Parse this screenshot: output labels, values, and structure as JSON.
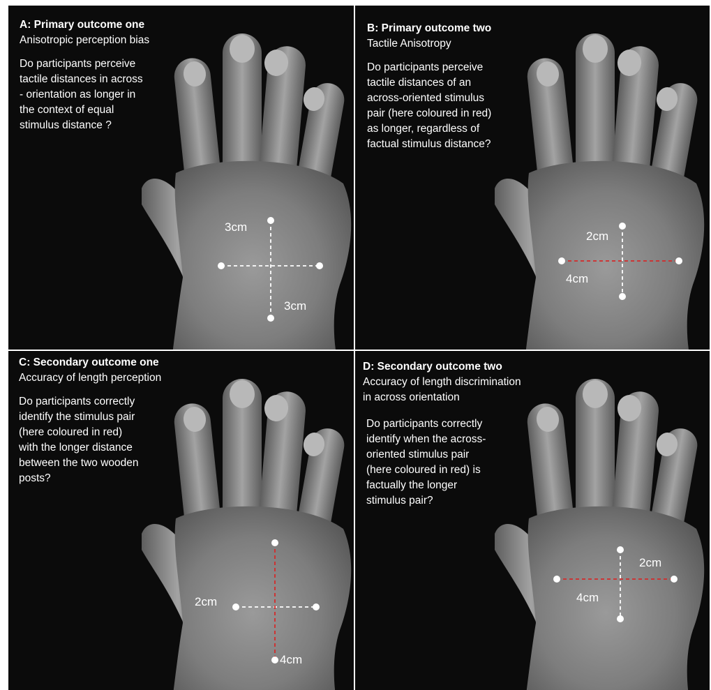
{
  "panels": {
    "a": {
      "heading": "A:  Primary outcome one",
      "subtitle": "Anisotropic perception bias",
      "question": [
        "Do participants perceive",
        "tactile distances in across",
        "- orientation as longer in",
        "the context of equal",
        "stimulus distance ?"
      ],
      "labels": [
        "3cm",
        "3cm"
      ],
      "across_color": "#ffffff",
      "along_color": "#ffffff"
    },
    "b": {
      "heading": "B:  Primary outcome two",
      "subtitle": "Tactile Anisotropy",
      "question": [
        "Do participants perceive",
        "tactile distances of an",
        "across-oriented stimulus",
        "pair (here coloured in red)",
        "as longer, regardless of",
        "factual stimulus distance?"
      ],
      "labels": [
        "2cm",
        "4cm"
      ],
      "across_color": "#d42a2a",
      "along_color": "#ffffff"
    },
    "c": {
      "heading": "C: Secondary outcome one",
      "subtitle": "Accuracy of length perception",
      "question": [
        "Do participants correctly",
        "identify the stimulus pair",
        "(here coloured in red)",
        "with the longer distance",
        "between the two wooden",
        "posts?"
      ],
      "labels": [
        "2cm",
        "4cm"
      ],
      "across_color": "#ffffff",
      "along_color": "#d42a2a"
    },
    "d": {
      "heading": "D: Secondary outcome two",
      "subtitle": [
        "Accuracy of length discrimination",
        "in across orientation"
      ],
      "question": [
        "Do participants correctly",
        "identify when the across-",
        "oriented stimulus pair",
        "(here coloured in red) is",
        "factually the longer",
        "stimulus pair?"
      ],
      "labels": [
        "2cm",
        "4cm"
      ],
      "across_color": "#d42a2a",
      "along_color": "#ffffff"
    }
  }
}
